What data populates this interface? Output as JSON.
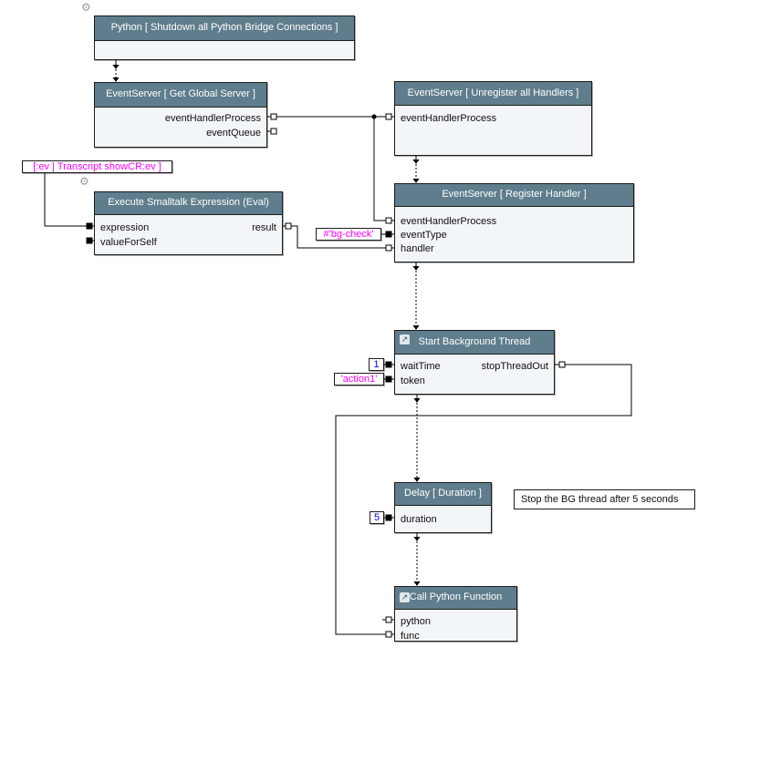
{
  "app": {
    "kind": "visual-node-graph-editor"
  },
  "colors": {
    "node_header": "#5f7d8d",
    "node_body": "#f2f6f8",
    "node_border": "#1c1c1c",
    "wire": "#000000",
    "value_number": "#0000ee",
    "value_symbol": "#ff00ff",
    "canvas_bg": "#ffffff"
  },
  "icons": {
    "gear": "⚙",
    "thread_launch": "↗"
  },
  "nodes": [
    {
      "id": "python-shutdown",
      "title": "Python [ Shutdown all Python Bridge Connections ]"
    },
    {
      "id": "get-global-server",
      "title": "EventServer [ Get Global Server ]",
      "outputs": [
        {
          "label": "eventHandlerProcess"
        },
        {
          "label": "eventQueue"
        }
      ]
    },
    {
      "id": "unregister-all-handlers",
      "title": "EventServer [ Unregister all Handlers ]",
      "inputs": [
        {
          "label": "eventHandlerProcess"
        }
      ]
    },
    {
      "id": "execute-smalltalk-eval",
      "title": "Execute Smalltalk Expression (Eval)",
      "inputs": [
        {
          "label": "expression"
        },
        {
          "label": "valueForSelf"
        }
      ],
      "outputs": [
        {
          "label": "result"
        }
      ]
    },
    {
      "id": "register-handler",
      "title": "EventServer [ Register Handler ]",
      "inputs": [
        {
          "label": "eventHandlerProcess"
        },
        {
          "label": "eventType"
        },
        {
          "label": "handler"
        }
      ]
    },
    {
      "id": "start-background-thread",
      "title": "Start Background Thread",
      "inputs": [
        {
          "label": "waitTime",
          "value": "1"
        },
        {
          "label": "token",
          "value": "'action1'"
        }
      ],
      "outputs": [
        {
          "label": "stopThreadOut"
        }
      ]
    },
    {
      "id": "delay-duration",
      "title": "Delay [ Duration ]",
      "inputs": [
        {
          "label": "duration",
          "value": "5"
        }
      ]
    },
    {
      "id": "call-python-function",
      "title": "Call Python Function",
      "inputs": [
        {
          "label": "python"
        },
        {
          "label": "func"
        }
      ]
    }
  ],
  "floating_labels": {
    "transcript_handler": "[:ev | Transcript showCR:ev ]",
    "bg_check": "#'bg-check'"
  },
  "comment": {
    "text": "Stop the BG thread after 5 seconds"
  }
}
